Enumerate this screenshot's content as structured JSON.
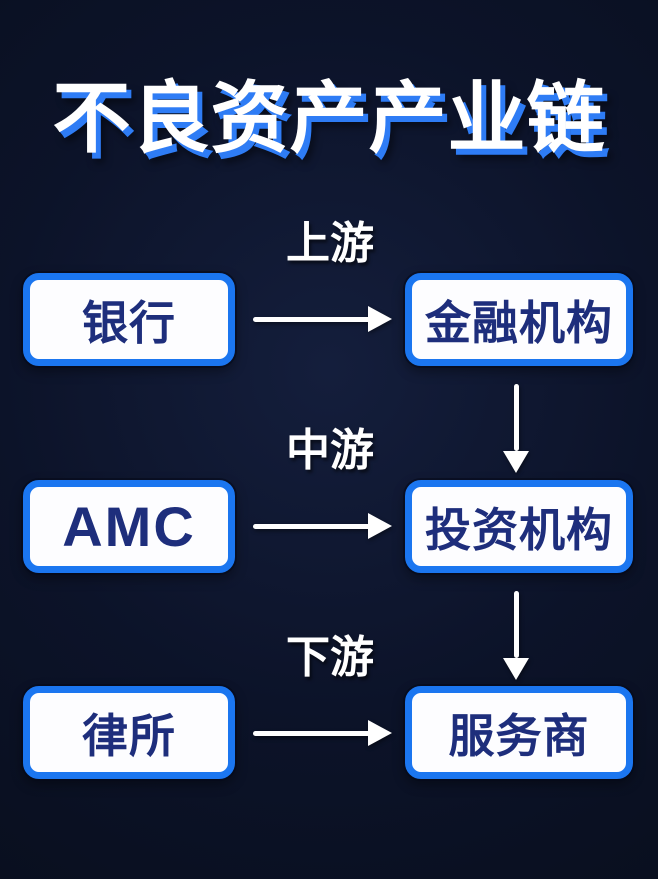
{
  "title": "不良资产产业链",
  "chain": {
    "stages": [
      {
        "label": "上游",
        "left": "银行",
        "right": "金融机构"
      },
      {
        "label": "中游",
        "left": "AMC",
        "right": "投资机构"
      },
      {
        "label": "下游",
        "left": "律所",
        "right": "服务商"
      }
    ]
  },
  "theme": {
    "background": "#0c1329",
    "box_fill": "#fdfdff",
    "box_border_blue": "#1b76f0",
    "box_text_navy": "#1e2e7c",
    "title_text": "#ffffff",
    "title_shadow_blue": "#2e7cf5",
    "arrow_color": "#ffffff",
    "label_text": "#ffffff"
  }
}
